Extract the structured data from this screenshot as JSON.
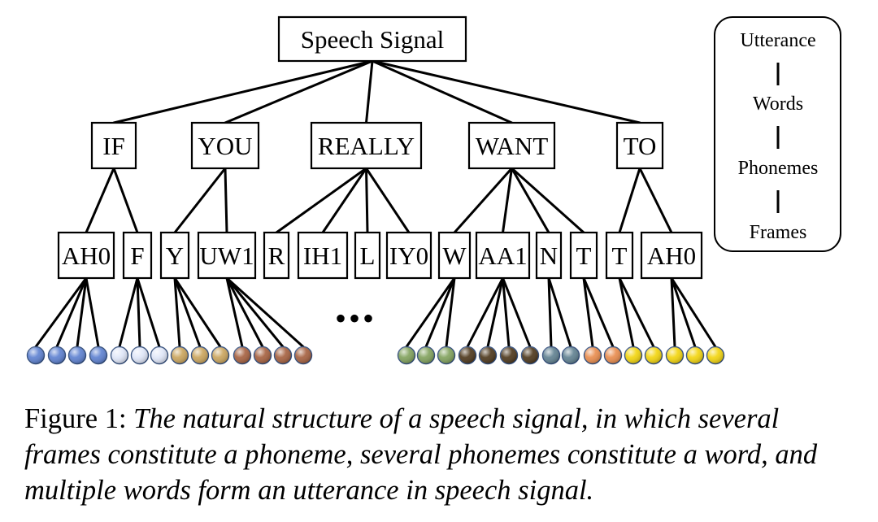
{
  "root": {
    "label": "Speech Signal"
  },
  "words": [
    {
      "label": "IF"
    },
    {
      "label": "YOU"
    },
    {
      "label": "REALLY"
    },
    {
      "label": "WANT"
    },
    {
      "label": "TO"
    }
  ],
  "phonemes": [
    {
      "label": "AH0",
      "word": 0
    },
    {
      "label": "F",
      "word": 0
    },
    {
      "label": "Y",
      "word": 1
    },
    {
      "label": "UW1",
      "word": 1
    },
    {
      "label": "R",
      "word": 2
    },
    {
      "label": "IH1",
      "word": 2
    },
    {
      "label": "L",
      "word": 2
    },
    {
      "label": "IY0",
      "word": 2
    },
    {
      "label": "W",
      "word": 3
    },
    {
      "label": "AA1",
      "word": 3
    },
    {
      "label": "N",
      "word": 3
    },
    {
      "label": "T",
      "word": 3
    },
    {
      "label": "T",
      "word": 4
    },
    {
      "label": "AH0",
      "word": 4
    }
  ],
  "frame_groups": [
    {
      "phoneme": 0,
      "count": 4,
      "color": "#5b7fd0"
    },
    {
      "phoneme": 1,
      "count": 3,
      "color": "#dfe6f8"
    },
    {
      "phoneme": 2,
      "count": 3,
      "color": "#c9a35a"
    },
    {
      "phoneme": 3,
      "count": 4,
      "color": "#a45e3c"
    },
    {
      "phoneme": 8,
      "count": 3,
      "color": "#7fa05a"
    },
    {
      "phoneme": 9,
      "count": 4,
      "color": "#4a3418"
    },
    {
      "phoneme": 10,
      "count": 2,
      "color": "#5e7f8f"
    },
    {
      "phoneme": 11,
      "count": 2,
      "color": "#e88a4a"
    },
    {
      "phoneme": 12,
      "count": 2,
      "color": "#f2d40a"
    },
    {
      "phoneme": 13,
      "count": 3,
      "color": "#f2d40a"
    }
  ],
  "ellipsis": "•••",
  "legend": {
    "levels": [
      "Utterance",
      "Words",
      "Phonemes",
      "Frames"
    ]
  },
  "caption": {
    "label": "Figure 1:",
    "text": "The natural structure of a speech signal, in which several frames constitute a phoneme, several phonemes constitute a word, and multiple words form an utterance in speech signal."
  }
}
